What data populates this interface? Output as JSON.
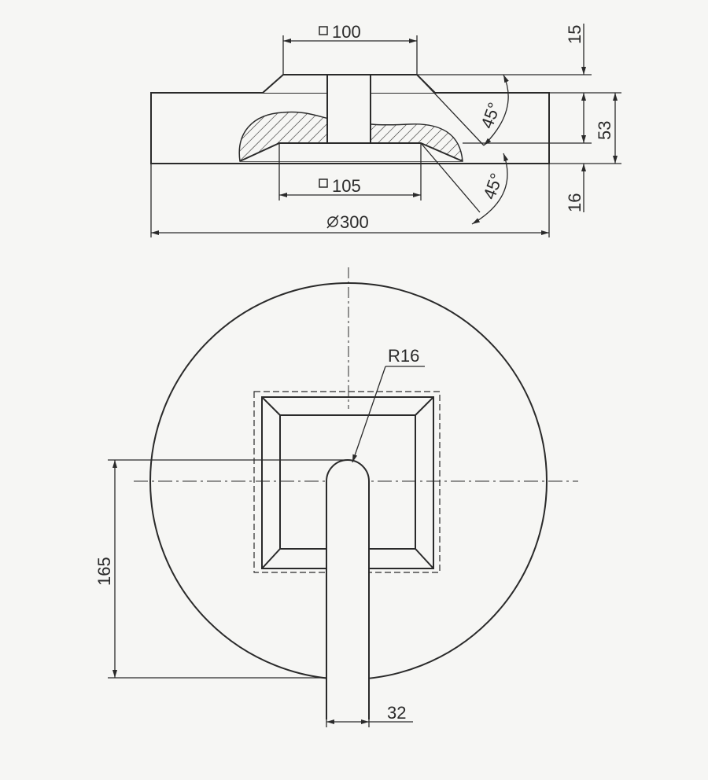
{
  "colors": {
    "paper": "#f6f6f4",
    "ink": "#2a2a2a"
  },
  "dimensions": {
    "square_top": "100",
    "square_bottom": "105",
    "diameter": "300",
    "height_top": "15",
    "height_middle": "53",
    "height_bottom": "16",
    "angle_upper": "45°",
    "angle_lower": "45°",
    "radius": "R16",
    "distance": "165",
    "slot_width": "32"
  },
  "symbols": {
    "square": "square-symbol",
    "diameter": "diameter-symbol"
  }
}
